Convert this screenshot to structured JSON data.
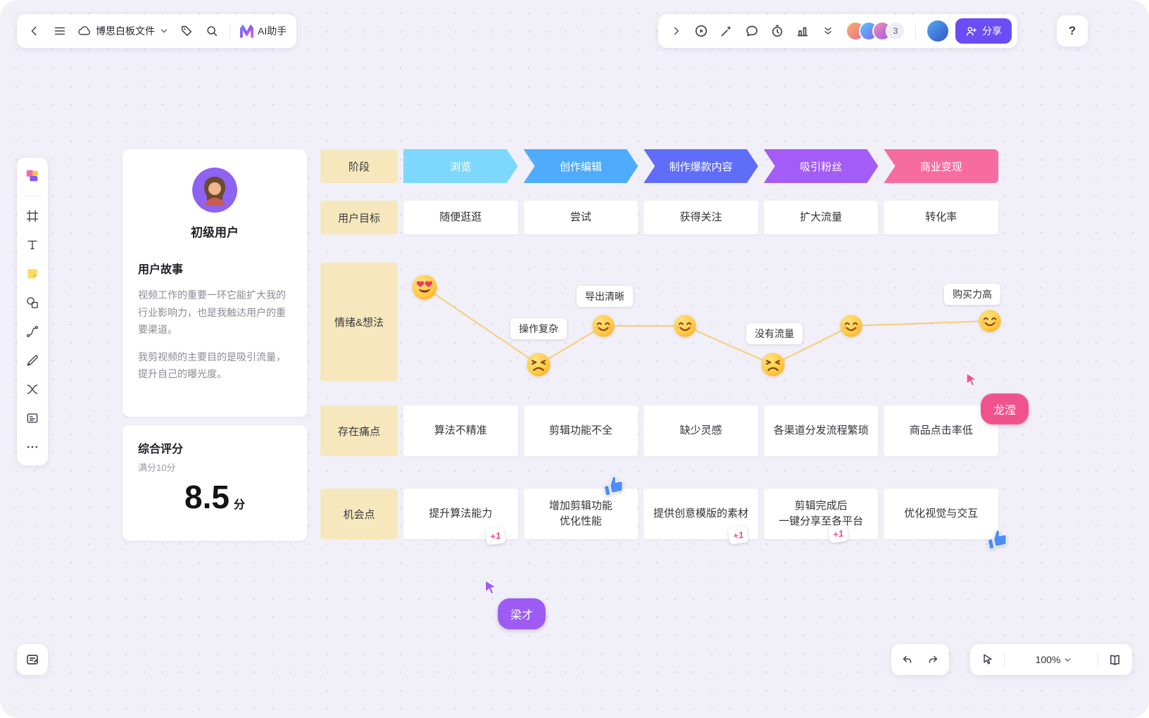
{
  "topbar_left": {
    "icons": [
      "back",
      "menu",
      "cloud",
      "chevron-down",
      "tag",
      "search",
      "ai-logo"
    ],
    "file_name": "博思白板文件",
    "ai_label": "AI助手"
  },
  "topbar_right": {
    "icons": [
      "chevron-right",
      "play",
      "laser-pointer",
      "comment",
      "timer",
      "present-bars",
      "double-chevron-down",
      "share-user-plus"
    ],
    "collab_count": "3",
    "share_label": "分享",
    "help_label": "?"
  },
  "sidebar": {
    "tools": [
      "templates",
      "frame",
      "text",
      "sticky-note",
      "shapes",
      "connector",
      "pen",
      "mindmap",
      "card-note",
      "more"
    ]
  },
  "persona": {
    "name": "初级用户",
    "story_title": "用户故事",
    "story_p1": "视频工作的重要一环它能扩大我的行业影响力，也是我触达用户的重要渠道。",
    "story_p2": "我剪视频的主要目的是吸引流量，提升自己的曝光度。"
  },
  "score": {
    "title": "综合评分",
    "subtitle": "满分10分",
    "value": "8.5",
    "unit": "分"
  },
  "journey": {
    "row_labels": {
      "stage": "阶段",
      "goal": "用户目标",
      "emotion": "情绪&想法",
      "pain": "存在痛点",
      "opportunity": "机会点"
    },
    "stages": [
      {
        "label": "浏览",
        "color": "#7ED8FB"
      },
      {
        "label": "创作编辑",
        "color": "#4FACFD"
      },
      {
        "label": "制作爆款内容",
        "color": "#5F6DF8"
      },
      {
        "label": "吸引粉丝",
        "color": "#A35CF6"
      },
      {
        "label": "商业变现",
        "color": "#F76C9F"
      }
    ],
    "goals": [
      "随便逛逛",
      "尝试",
      "获得关注",
      "扩大流量",
      "转化率"
    ],
    "emotion_labels": [
      "操作复杂",
      "导出清晰",
      "没有流量",
      "购买力高"
    ],
    "emotion_curve": [
      "love",
      "sad",
      "smile",
      "smile",
      "sad",
      "smile",
      "smile"
    ],
    "pains": [
      "算法不精准",
      "剪辑功能不全",
      "缺少灵感",
      "各渠道分发流程繁琐",
      "商品点击率低"
    ],
    "opportunities": [
      "提升算法能力",
      "增加剪辑功能\n优化性能",
      "提供创意模版的素材",
      "剪辑完成后\n一键分享至各平台",
      "优化视觉与交互"
    ]
  },
  "collaboration": {
    "cursor1": {
      "name": "龙滢",
      "color": "#F0538C"
    },
    "cursor2": {
      "name": "梁才",
      "color": "#9D5BF4"
    },
    "reaction_plus_one": "+1",
    "reaction_thumb_color": "#4E8CF7"
  },
  "bottom": {
    "zoom": "100%"
  },
  "colors": {
    "canvas_bg": "#F1EFF7",
    "label_yellow": "#F6E8BC",
    "share_purple": "#6A4DF5",
    "emotion_line": "#F6CD79"
  }
}
